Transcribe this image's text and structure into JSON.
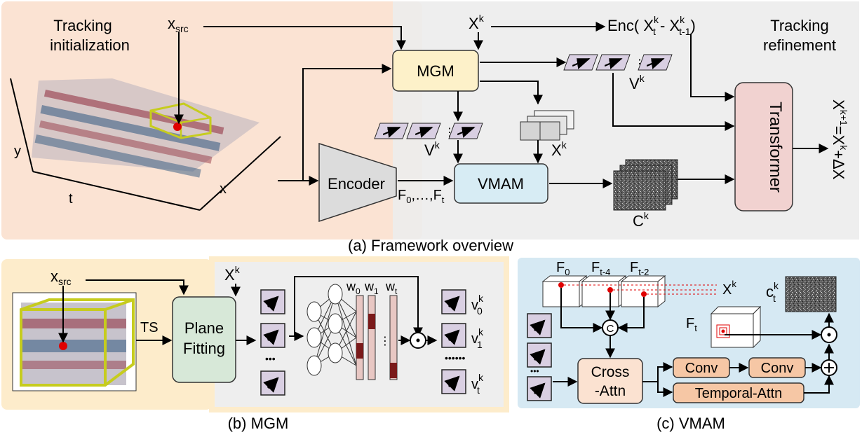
{
  "colors": {
    "panel_a_left": "#fbe3d3",
    "panel_a_right": "#ececec",
    "panel_b_left": "#fdeccb",
    "panel_b_right": "#eeeeee",
    "panel_c": "#d6e9f3",
    "mgm": "#fdf1c9",
    "vmam": "#d7ecf4",
    "transformer": "#f1d2d0",
    "plane_fitting": "#d7e8d8",
    "orange_box": "#f6c7a5",
    "cross_attn": "#fbe2d1",
    "motion_tile": "#d9cfe2",
    "weight_bar": "#d9a9a9",
    "weight_dark": "#7a1a1a",
    "bbox_yellow": "#c6cc1e",
    "red_point": "#e00000"
  },
  "icons": {
    "operators": [
      "circle-dot-icon",
      "circle-plus-icon",
      "circle-c-icon"
    ],
    "motion_tile": "arrow-tile-icon"
  },
  "panel_a": {
    "caption": "(a) Framework  overview",
    "tracking_init": [
      "Tracking",
      "initialization"
    ],
    "tracking_refine": [
      "Tracking",
      "refinement"
    ],
    "xsrc": "x",
    "xsrc_sub": "src",
    "xk": "X",
    "xk_sup": "k",
    "mgm_label": "MGM",
    "encoder_label": "Encoder",
    "vmam_label": "VMAM",
    "transformer_label": "Transformer",
    "enc_formula": "Enc( X",
    "enc_t": "t",
    "enc_k": "k",
    "enc_minus": " - X",
    "enc_tm1": "t-1",
    "enc_close": ")",
    "vk": "V",
    "ck": "C",
    "f_seq": "F",
    "f0_sub": "0",
    "f_mid": ",…,F",
    "ft_sub": "t",
    "axis_y": "y",
    "axis_t": "t",
    "axis_x": "x",
    "output_formula": "X",
    "output_sup": "k+1",
    "output_rest": "=X",
    "output_rest_sup": "k",
    "output_delta": "+ΔX"
  },
  "panel_b": {
    "caption": "(b) MGM",
    "xsrc": "x",
    "xsrc_sub": "src",
    "xk": "X",
    "xk_sup": "k",
    "ts": "TS",
    "plane_fitting": [
      "Plane",
      "Fitting"
    ],
    "w0": "w",
    "w0_sub": "0",
    "w1": "w",
    "w1_sub": "1",
    "wt": "w",
    "wt_sub": "t",
    "v0": "v",
    "v0_sub": "0",
    "v1": "v",
    "v1_sub": "1",
    "vt": "v",
    "vt_sub": "t",
    "v_sup": "k",
    "ellipsis": "•••",
    "dots_long": "••••••"
  },
  "panel_c": {
    "caption": "(c) VMAM",
    "f0": "F",
    "f0_sub": "0",
    "ft4": "F",
    "ft4_sub": "t-4",
    "ft2": "F",
    "ft2_sub": "t-2",
    "xk": "X",
    "xk_sup": "k",
    "ft": "F",
    "ft_sub": "t",
    "ctk": "c",
    "ctk_sub": "t",
    "ctk_sup": "k",
    "c_symbol": "C",
    "cross_attn": [
      "Cross",
      "-Attn"
    ],
    "conv1": "Conv",
    "conv2": "Conv",
    "temporal_attn": "Temporal-Attn"
  }
}
